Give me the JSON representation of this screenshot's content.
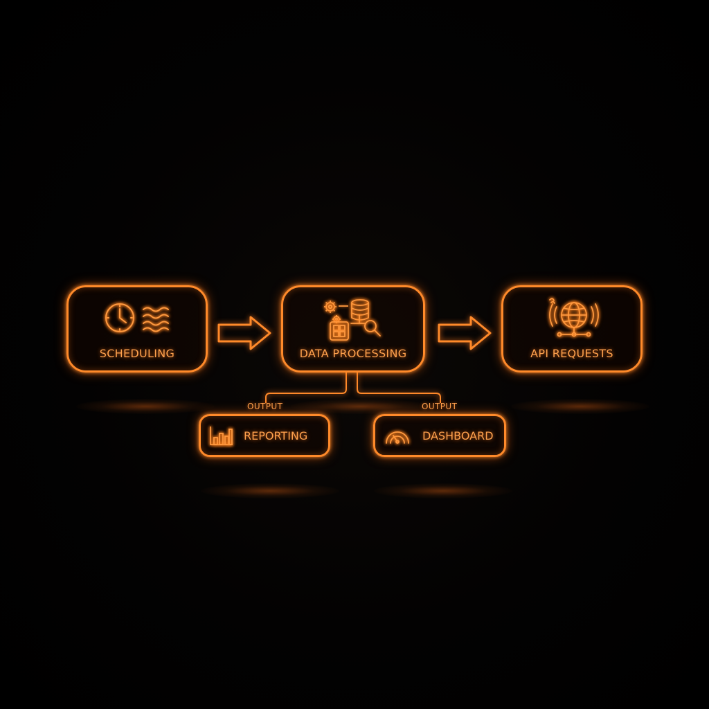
{
  "diagram": {
    "accent_color": "#ff8a2a",
    "nodes": {
      "scheduling": {
        "label": "SCHEDULING",
        "icons": [
          "clock-icon",
          "waves-icon"
        ]
      },
      "data_processing": {
        "label": "DATA PROCESSING",
        "icons": [
          "gears-icon",
          "database-icon",
          "grid-icon",
          "magnifier-icon"
        ]
      },
      "api_requests": {
        "label": "API REQUESTS",
        "icons": [
          "globe-icon",
          "signal-icon"
        ]
      }
    },
    "outputs": {
      "reporting": {
        "tag": "OUTPUT",
        "label": "REPORTING",
        "icon": "bar-chart-icon"
      },
      "dashboard": {
        "tag": "OUTPUT",
        "label": "DASHBOARD",
        "icon": "gauge-icon"
      }
    },
    "flow": [
      "arrow-right-icon",
      "arrow-right-icon"
    ]
  }
}
